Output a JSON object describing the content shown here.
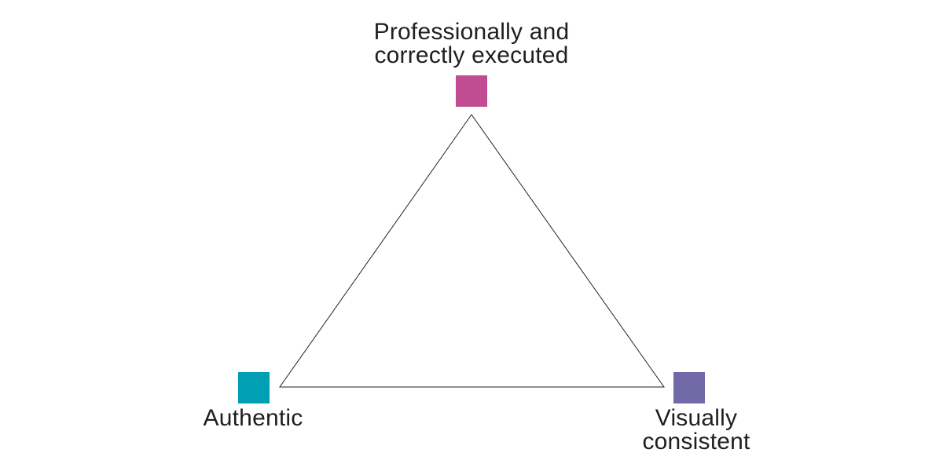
{
  "nodes": {
    "top": {
      "line1": "Professionally and",
      "line2": "correctly executed",
      "color": "#c04d92"
    },
    "left": {
      "line1": "Authentic",
      "color": "#009fb4"
    },
    "right": {
      "line1": "Visually",
      "line2": "consistent",
      "color": "#726aa8"
    }
  },
  "edge_color": "#222222"
}
